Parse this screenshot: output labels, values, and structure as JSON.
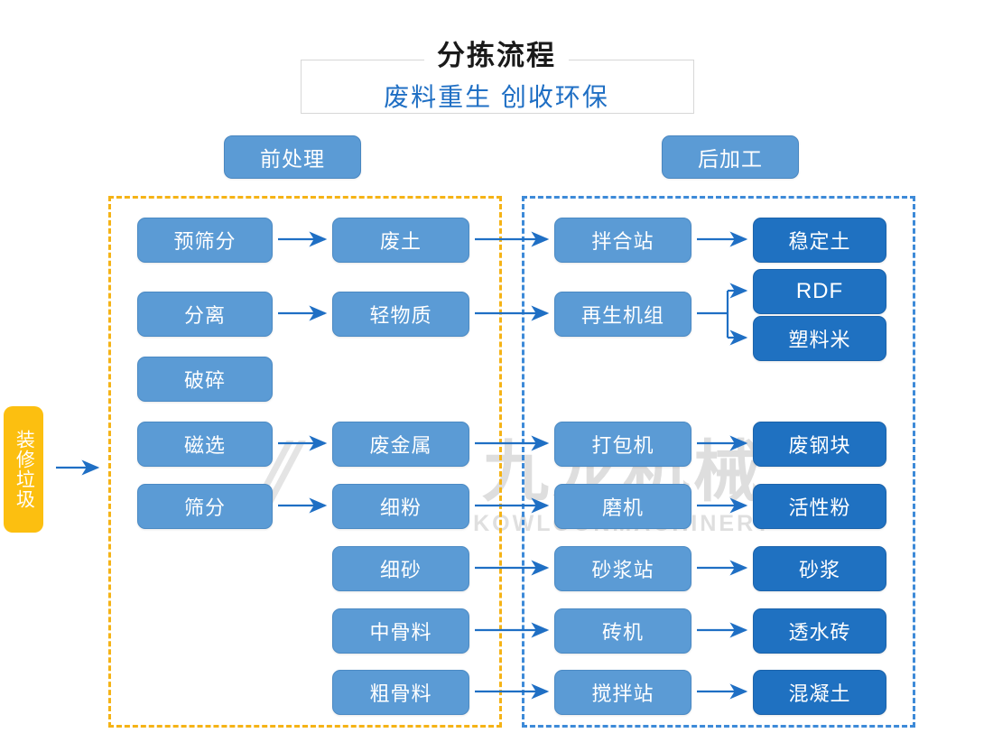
{
  "header": {
    "title": "分拣流程",
    "subtitle": "废料重生 创收环保"
  },
  "watermark": {
    "cn": "九龙机械",
    "en": "KOWLOONMACHINERY",
    "mark": "⫽"
  },
  "sections": {
    "pre": {
      "label": "前处理",
      "border_color": "#f5b316"
    },
    "post": {
      "label": "后加工",
      "border_color": "#3d8ad8"
    }
  },
  "input": {
    "label": "装修垃圾",
    "color": "#fcbf10"
  },
  "colors": {
    "process": "#5b9bd5",
    "product": "#1f71c1",
    "arrow": "#1f6fc4",
    "title_accent": "#1f6fc4"
  },
  "nodes": {
    "pre_process": [
      {
        "label": "预筛分"
      },
      {
        "label": "分离"
      },
      {
        "label": "破碎"
      },
      {
        "label": "磁选"
      },
      {
        "label": "筛分"
      }
    ],
    "pre_output": [
      {
        "label": "废土"
      },
      {
        "label": "轻物质"
      },
      {
        "label": "废金属"
      },
      {
        "label": "细粉"
      },
      {
        "label": "细砂"
      },
      {
        "label": "中骨料"
      },
      {
        "label": "粗骨料"
      }
    ],
    "post_process": [
      {
        "label": "拌合站"
      },
      {
        "label": "再生机组"
      },
      {
        "label": "打包机"
      },
      {
        "label": "磨机"
      },
      {
        "label": "砂浆站"
      },
      {
        "label": "砖机"
      },
      {
        "label": "搅拌站"
      }
    ],
    "post_output": [
      {
        "label": "稳定土"
      },
      {
        "label": "RDF"
      },
      {
        "label": "塑料米"
      },
      {
        "label": "废钢块"
      },
      {
        "label": "活性粉"
      },
      {
        "label": "砂浆"
      },
      {
        "label": "透水砖"
      },
      {
        "label": "混凝土"
      }
    ]
  }
}
